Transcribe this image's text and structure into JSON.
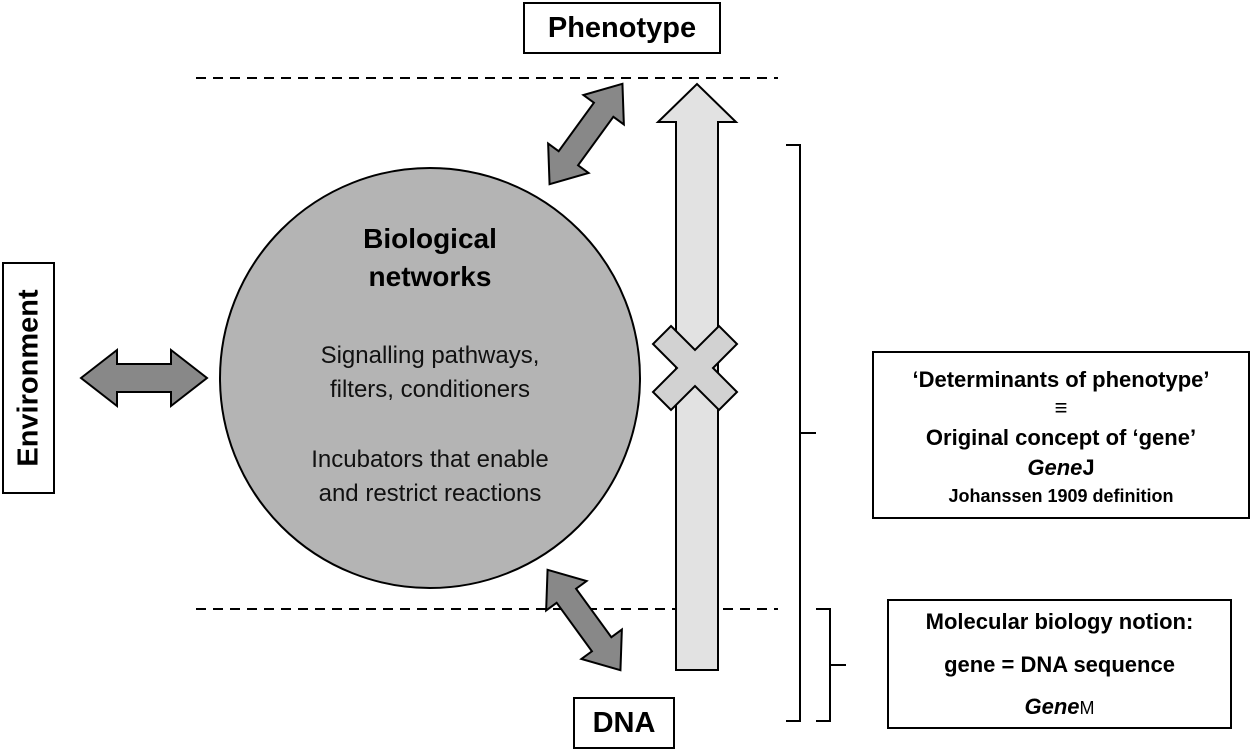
{
  "labels": {
    "phenotype": "Phenotype",
    "dna": "DNA",
    "environment": "Environment"
  },
  "network": {
    "title_line1": "Biological",
    "title_line2": "networks",
    "line1": "Signalling pathways,",
    "line2": "filters, conditioners",
    "line3": "Incubators that enable",
    "line4": "and restrict reactions"
  },
  "determinants_box": {
    "line1": "‘Determinants of phenotype’",
    "line2": "≡",
    "line3": "Original concept of ‘gene’",
    "gene_italic": "Gene",
    "gene_suffix": "J",
    "line5": "Johanssen 1909 definition"
  },
  "molecular_box": {
    "line1": "Molecular biology notion:",
    "line2": "gene = DNA sequence",
    "gene_italic": "Gene",
    "gene_suffix": "M"
  },
  "colors": {
    "circle_fill": "#b4b4b4",
    "dark_arrow": "#888888",
    "light_arrow": "#e2e2e2"
  }
}
